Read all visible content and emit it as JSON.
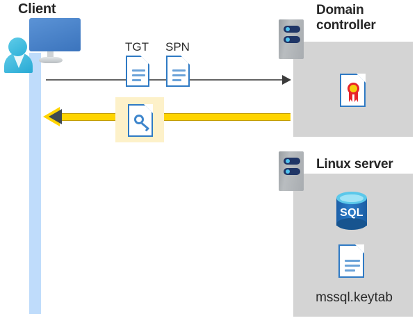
{
  "diagram": {
    "title": "Kerberos authentication flow between client, domain controller and Linux server",
    "client": {
      "label": "Client",
      "icon": "user-workstation-icon",
      "lifeline_color": "#bfdcfb"
    },
    "messages": {
      "request": {
        "artifacts": [
          {
            "label": "TGT",
            "icon": "document-icon"
          },
          {
            "label": "SPN",
            "icon": "document-icon"
          }
        ],
        "arrow": "request-arrow-right",
        "color": "#636363"
      },
      "reply": {
        "artifact": {
          "label": "",
          "icon": "key-document-icon",
          "highlighted": true
        },
        "arrow": "reply-arrow-left",
        "color": "#ffd400",
        "highlight_color": "#fdf1c9"
      }
    },
    "nodes": [
      {
        "label": "Domain controller",
        "icon": "server-icon",
        "panel_color": "#d4d4d4",
        "contents": [
          {
            "icon": "certificate-document-icon",
            "label": ""
          }
        ]
      },
      {
        "label": "Linux server",
        "icon": "server-icon",
        "panel_color": "#d4d4d4",
        "contents": [
          {
            "icon": "sql-database-icon",
            "label": "SQL"
          },
          {
            "icon": "document-icon",
            "label": "mssql.keytab"
          }
        ]
      }
    ]
  }
}
